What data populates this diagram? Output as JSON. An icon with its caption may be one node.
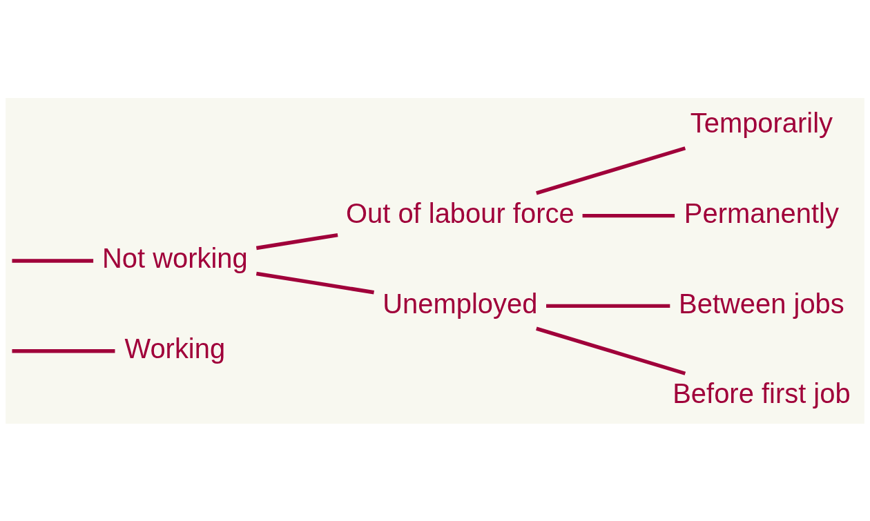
{
  "diagram": {
    "nodes": [
      {
        "text": [
          "Working"
        ]
      },
      {
        "text": [
          "Not working"
        ]
      },
      {
        "text": [
          "Out of labour force"
        ]
      },
      {
        "text": [
          "Unemployed"
        ]
      },
      {
        "text": [
          "Temporarily"
        ]
      },
      {
        "text": [
          "Permanently"
        ]
      },
      {
        "text": [
          "Between jobs"
        ]
      },
      {
        "text": [
          "Before first job"
        ]
      }
    ],
    "edges": [
      {
        "from": null,
        "to": 0,
        "arrow": "none"
      },
      {
        "from": null,
        "to": 1,
        "arrow": "none"
      },
      {
        "from": 1,
        "to": 2,
        "arrow": "none"
      },
      {
        "from": 1,
        "to": 3,
        "arrow": "none"
      },
      {
        "from": 2,
        "to": 4,
        "arrow": "none"
      },
      {
        "from": 2,
        "to": 5,
        "arrow": "none"
      },
      {
        "from": 3,
        "to": 6,
        "arrow": "none"
      },
      {
        "from": 3,
        "to": 7,
        "arrow": "none"
      }
    ]
  }
}
